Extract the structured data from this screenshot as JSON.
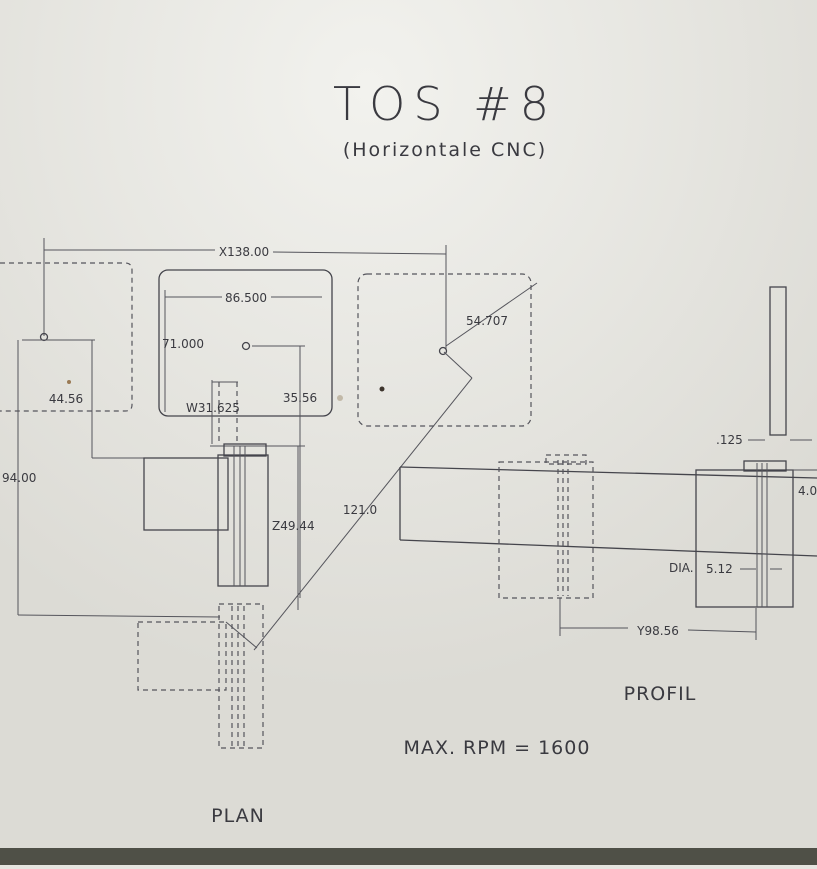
{
  "title": "TOS #8",
  "subtitle": "(Horizontale CNC)",
  "dimensions": {
    "x": "X138.00",
    "width_a": "86.500",
    "height_a": "71.000",
    "diag_a": "54.707",
    "left_a": "44.56",
    "w": "W31.625",
    "mid_a": "35.56",
    "left_b": "94.00",
    "diag_b": "121.0",
    "z": "Z49.44",
    "thickness": ".125",
    "right_edge": "4.0",
    "dia_label": "DIA.",
    "dia": "5.12",
    "y": "Y98.56"
  },
  "labels": {
    "profil": "PROFIL",
    "plan": "PLAN",
    "max_rpm": "MAX. RPM = 1600"
  },
  "colors": {
    "paper": "#e6e5e0",
    "ink": "#3a3a40"
  }
}
